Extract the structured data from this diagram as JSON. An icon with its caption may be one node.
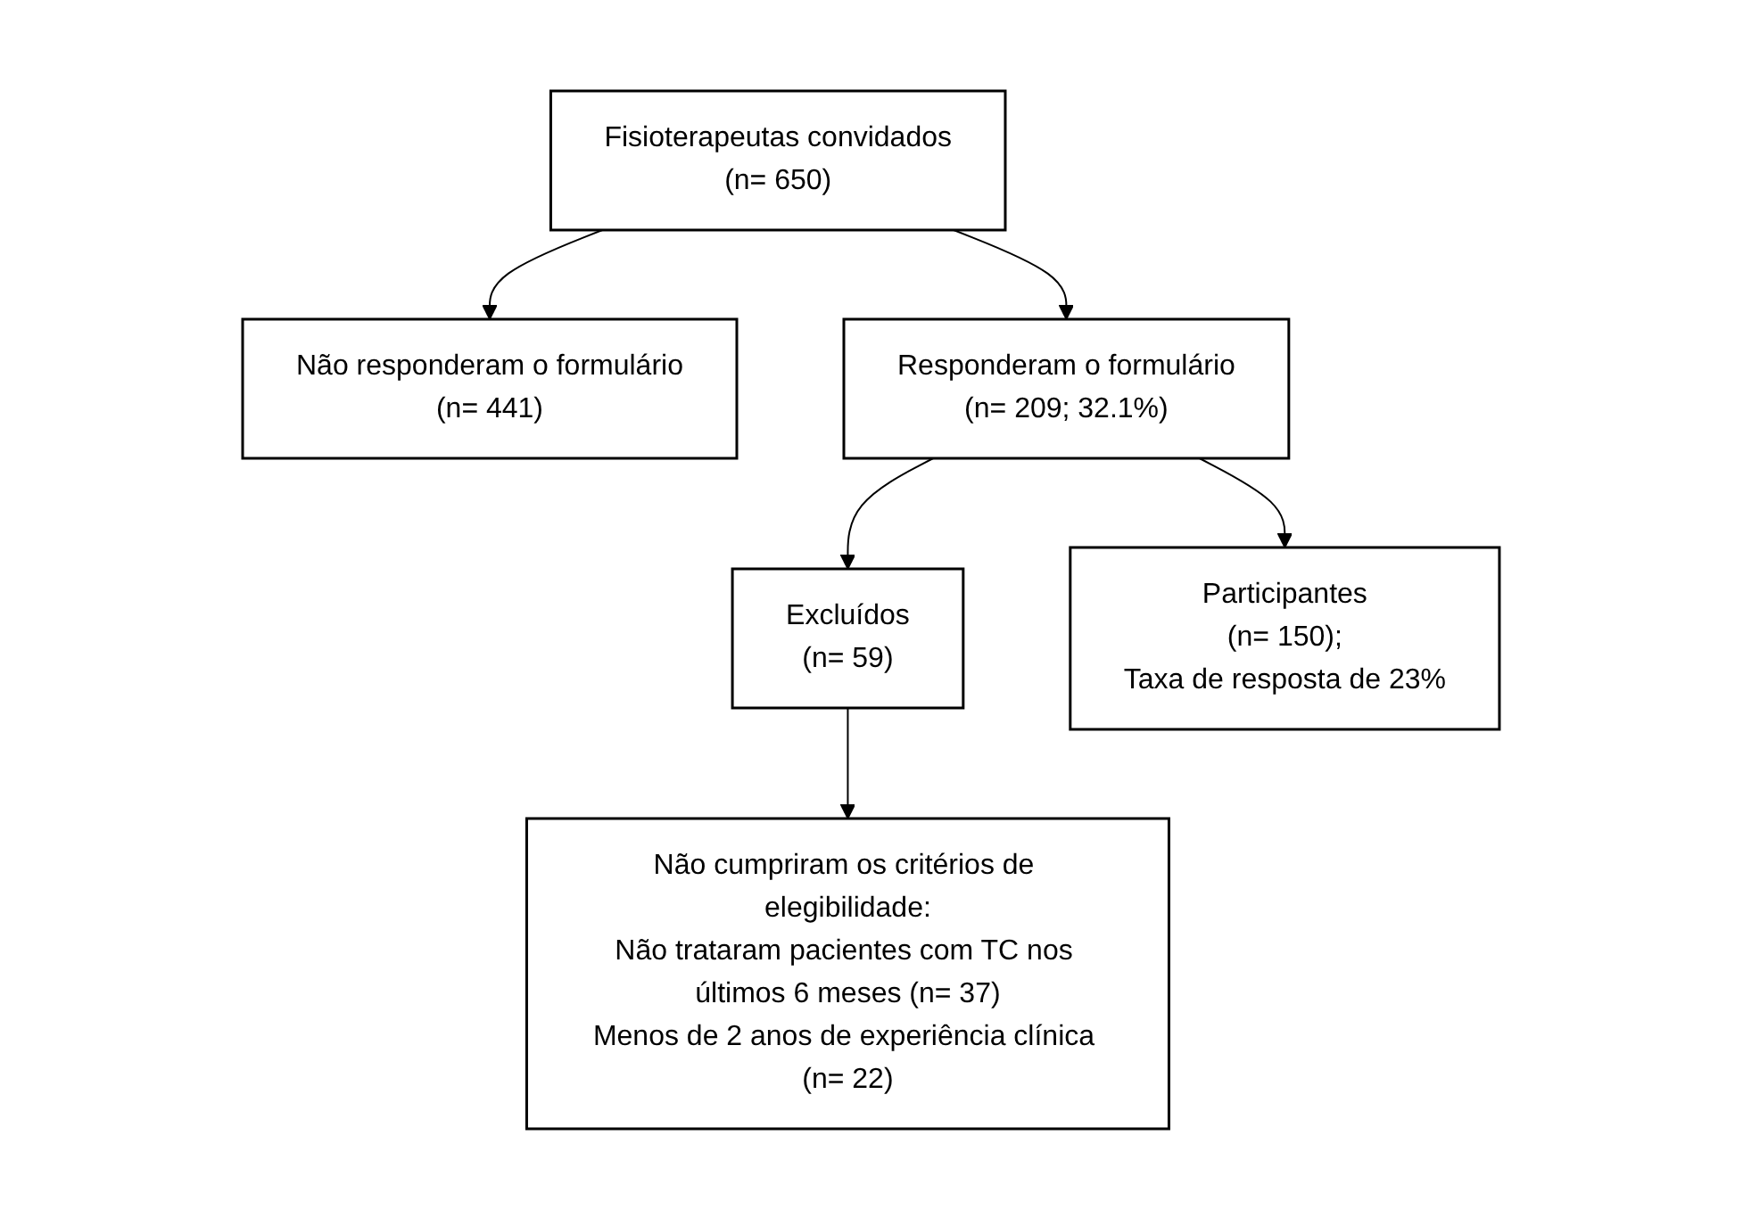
{
  "diagram": {
    "nodes": [
      {
        "text": [
          "Fisioterapeutas convidados",
          "(n= 650)"
        ]
      },
      {
        "text": [
          "Não responderam o formulário",
          "(n= 441)"
        ]
      },
      {
        "text": [
          "Responderam o formulário",
          "(n= 209; 32.1%)"
        ]
      },
      {
        "text": [
          "Excluídos",
          "(n= 59)"
        ]
      },
      {
        "text": [
          "Participantes",
          "(n= 150);",
          "Taxa de resposta de 23%"
        ]
      },
      {
        "text": [
          "Não cumpriram os critérios de elegibilidade:",
          "Não trataram pacientes com TC nos últimos 6 meses (n= 37)",
          "Menos de 2 anos de experiência clínica (n= 22)"
        ]
      }
    ],
    "edges": [
      {
        "from": 0,
        "to": 1,
        "arrow": "to"
      },
      {
        "from": 0,
        "to": 2,
        "arrow": "to"
      },
      {
        "from": 2,
        "to": 3,
        "arrow": "to"
      },
      {
        "from": 2,
        "to": 4,
        "arrow": "to"
      },
      {
        "from": 3,
        "to": 5,
        "arrow": "to"
      }
    ]
  }
}
